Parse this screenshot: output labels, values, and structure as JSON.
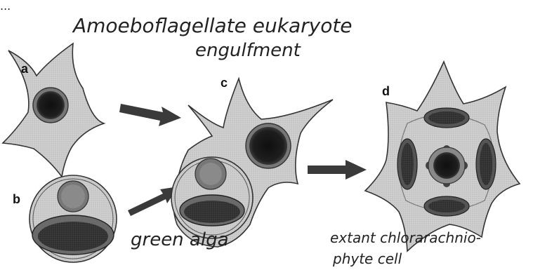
{
  "header": {
    "top_fragment": "...",
    "title_line1": "Amoeboflagellate eukaryote",
    "title_line2": "engulfment"
  },
  "labels": {
    "a": "a",
    "b": "b",
    "c": "c",
    "d": "d"
  },
  "annotations": {
    "green_alga": "green alga",
    "extant_line1": "extant chlorarachnio-",
    "extant_line2": "phyte cell"
  },
  "colors": {
    "cytoplasm": "#c9c9c9",
    "outline": "#333333",
    "nucleus_dark": "#202020",
    "nucleus_ring": "#6a6a6a",
    "arrow": "#3a3a3a",
    "chloroplast": "#3f3f3f"
  }
}
